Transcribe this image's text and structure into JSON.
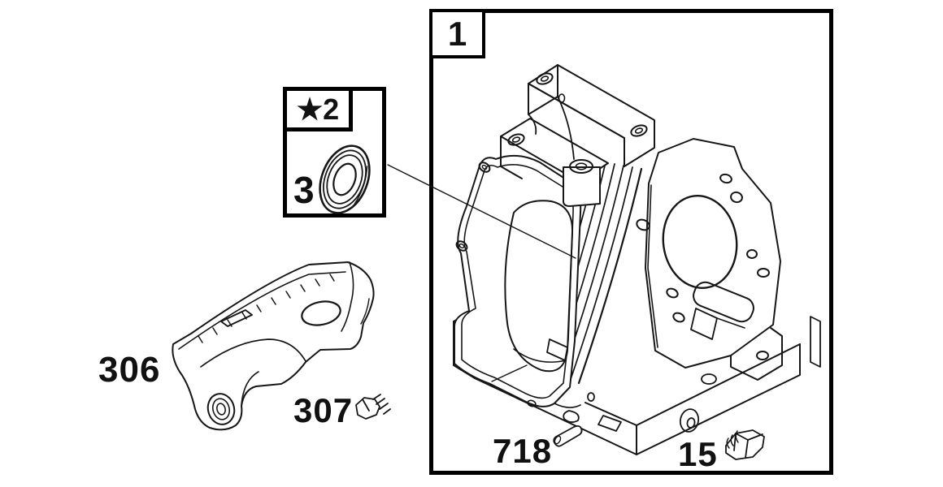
{
  "diagram": {
    "background": "#ffffff",
    "ink": "#161616",
    "type": "exploded-parts-diagram"
  },
  "callouts": {
    "main_assembly": "1",
    "seal_kit": "★2",
    "seal": "3",
    "cover": "306",
    "screw": "307",
    "pin": "718",
    "plug": "15"
  }
}
